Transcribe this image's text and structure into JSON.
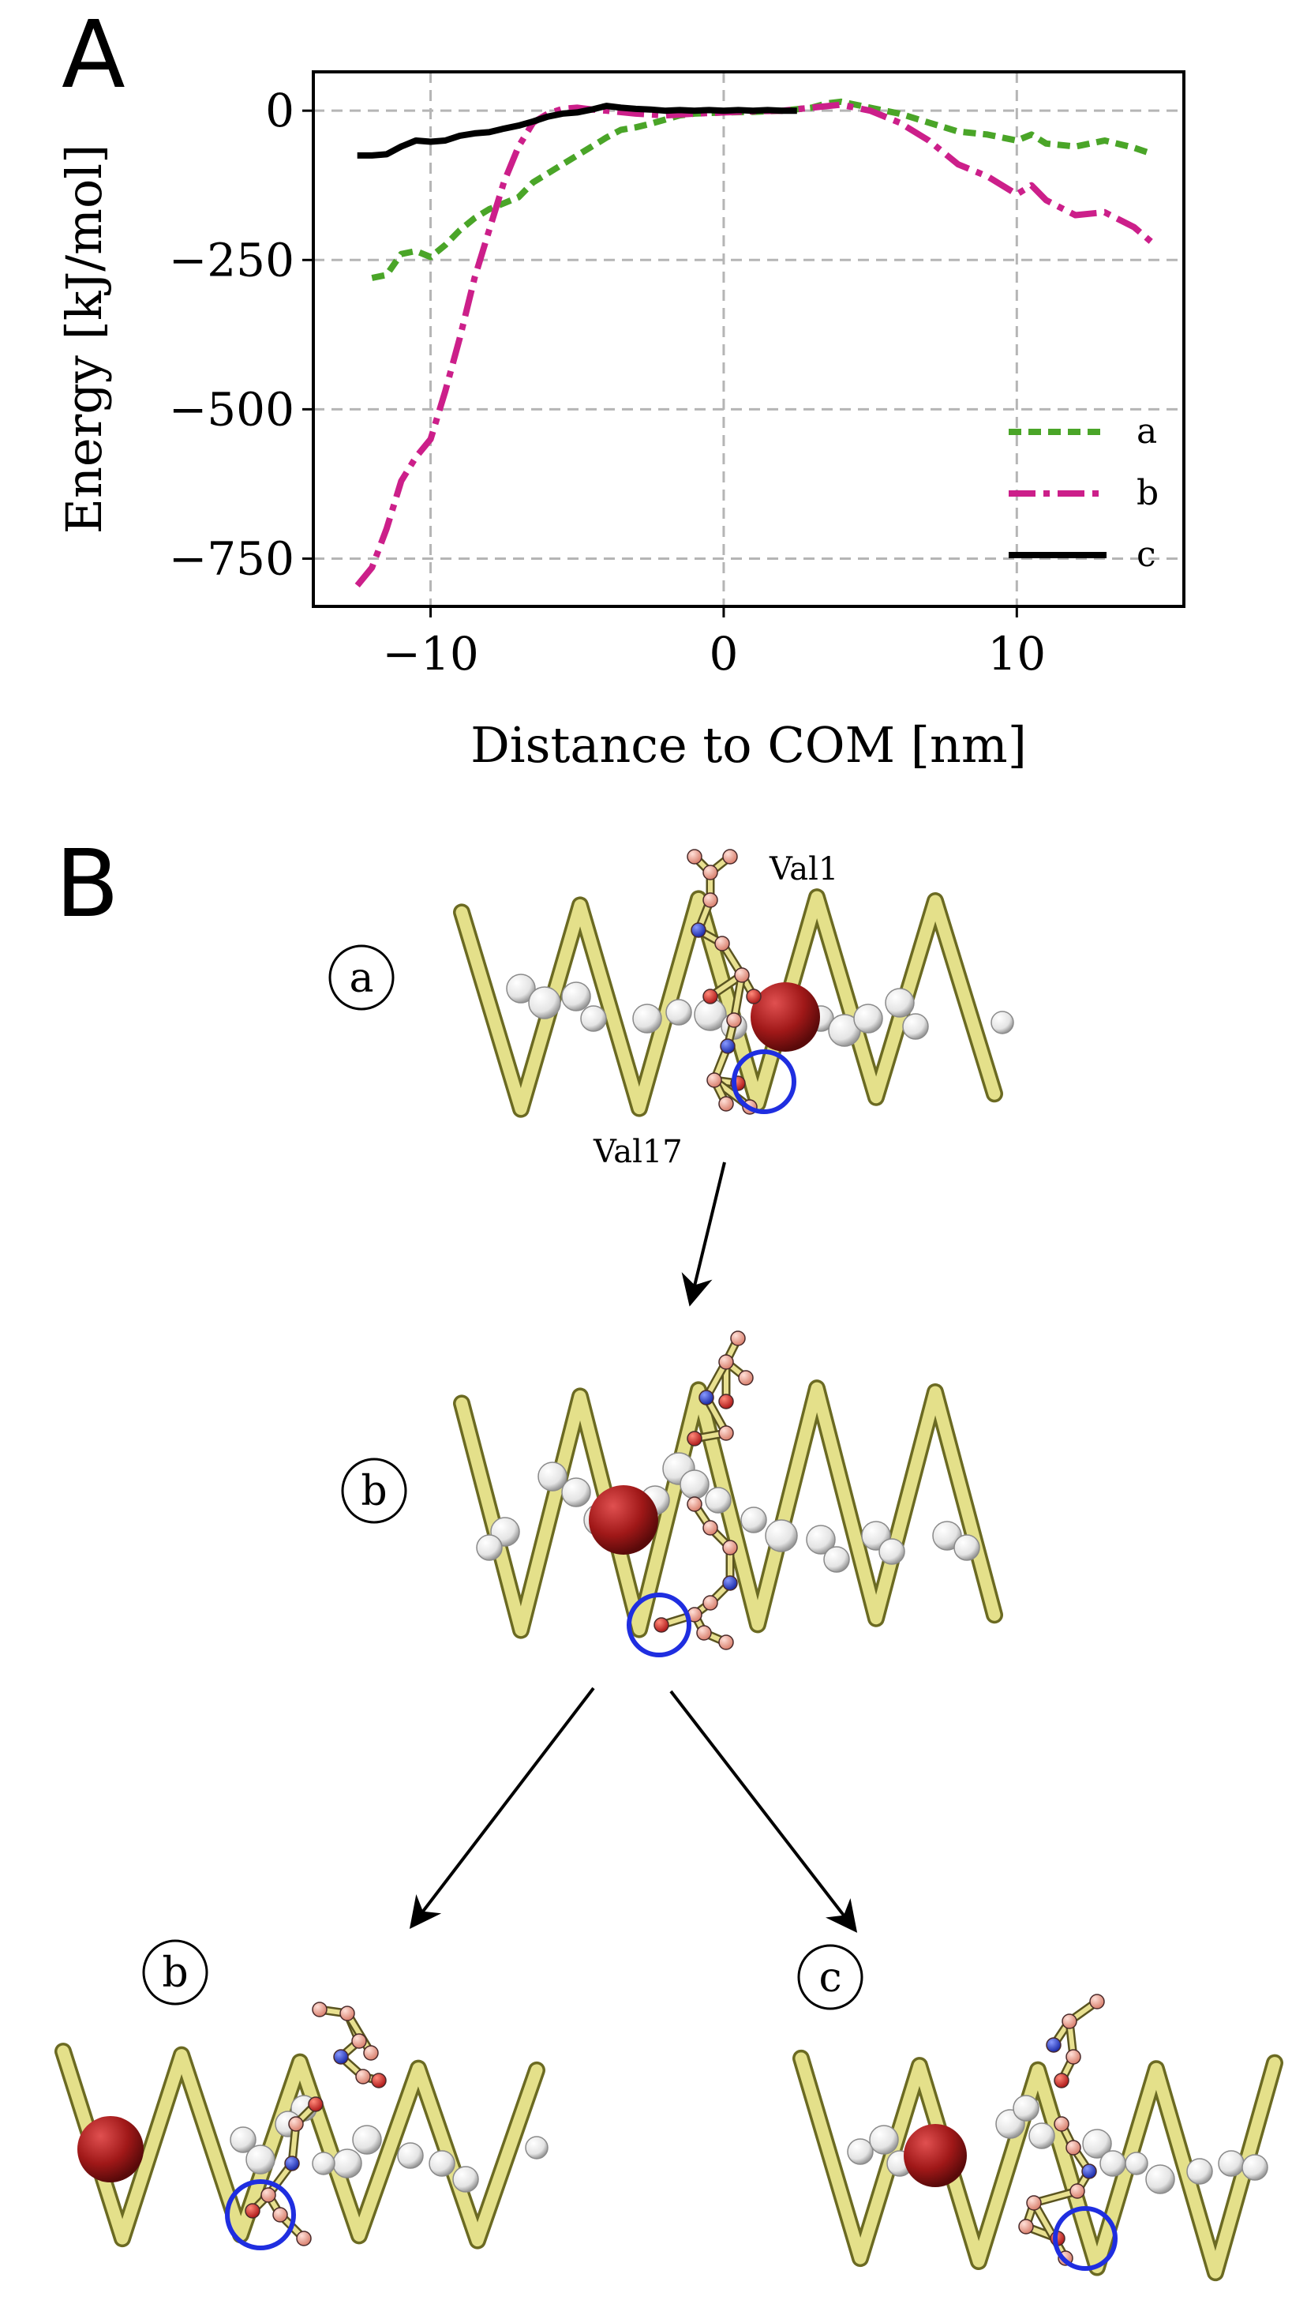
{
  "panel_a_label": "A",
  "panel_b_label": "B",
  "chart_data": {
    "type": "line",
    "title": "",
    "xlabel": "Distance to COM [nm]",
    "ylabel": "Energy  [kJ/mol]",
    "xlim": [
      -14,
      15.7
    ],
    "ylim": [
      -830,
      65
    ],
    "xticks": [
      -10,
      0,
      10
    ],
    "xtick_labels": [
      "−10",
      "0",
      "10"
    ],
    "yticks": [
      0,
      -250,
      -500,
      -750
    ],
    "ytick_labels": [
      "0",
      "−250",
      "−500",
      "−750"
    ],
    "grid": true,
    "legend_position": "lower right",
    "series": [
      {
        "name": "a",
        "color": "#4aa528",
        "style": "dotted",
        "x": [
          -12,
          -11.5,
          -11,
          -10.5,
          -10,
          -9.5,
          -9,
          -8.5,
          -8,
          -7.5,
          -7,
          -6.5,
          -6,
          -5.5,
          -5,
          -4.5,
          -4,
          -3.5,
          -3,
          -2.5,
          -2,
          -1.5,
          -1,
          0,
          1,
          2,
          3,
          3.5,
          4,
          5,
          6,
          7,
          8,
          9,
          10,
          10.5,
          11,
          12,
          13,
          14,
          14.6
        ],
        "y": [
          -280,
          -275,
          -240,
          -235,
          -245,
          -225,
          -200,
          -180,
          -165,
          -155,
          -145,
          -120,
          -105,
          -90,
          -75,
          -60,
          -45,
          -32,
          -28,
          -22,
          -15,
          -8,
          -5,
          -3,
          -2,
          0,
          5,
          12,
          15,
          5,
          -5,
          -20,
          -35,
          -40,
          -50,
          -40,
          -55,
          -60,
          -50,
          -62,
          -72
        ]
      },
      {
        "name": "b",
        "color": "#cc1f8a",
        "style": "dashdot",
        "x": [
          -12.5,
          -12,
          -11.5,
          -11,
          -10.5,
          -10,
          -9.5,
          -9,
          -8.5,
          -8,
          -7.5,
          -7,
          -6.5,
          -6,
          -5.5,
          -5,
          -4.5,
          -4,
          -3,
          -2,
          -1,
          0,
          1,
          2,
          3,
          4,
          5,
          6,
          7,
          8,
          9,
          10,
          10.5,
          11,
          12,
          13,
          14,
          14.6
        ],
        "y": [
          -795,
          -765,
          -700,
          -620,
          -580,
          -550,
          -470,
          -380,
          -280,
          -200,
          -120,
          -60,
          -20,
          -5,
          3,
          5,
          2,
          0,
          -5,
          -8,
          -5,
          -3,
          -1,
          0,
          5,
          10,
          0,
          -20,
          -50,
          -90,
          -110,
          -140,
          -125,
          -150,
          -175,
          -170,
          -195,
          -220
        ]
      },
      {
        "name": "c",
        "color": "#000000",
        "style": "solid",
        "x": [
          -12.5,
          -12,
          -11.5,
          -11,
          -10.5,
          -10,
          -9.5,
          -9,
          -8.5,
          -8,
          -7.5,
          -7,
          -6.5,
          -6,
          -5.5,
          -5,
          -4.5,
          -4,
          -3.5,
          -3,
          -2.5,
          -2,
          -1.5,
          -1,
          -0.5,
          0,
          0.5,
          1,
          1.5,
          2,
          2.5
        ],
        "y": [
          -75,
          -75,
          -73,
          -60,
          -50,
          -52,
          -50,
          -42,
          -38,
          -36,
          -30,
          -25,
          -18,
          -10,
          -5,
          -3,
          2,
          8,
          5,
          3,
          2,
          0,
          1,
          0,
          1,
          0,
          1,
          0,
          1,
          0,
          0
        ]
      }
    ]
  },
  "panel_b": {
    "state_labels": {
      "top": "a",
      "middle": "b",
      "bottom_left": "b",
      "bottom_right": "c"
    },
    "residue_labels": {
      "val1": "Val1",
      "val17": "Val17"
    },
    "colors": {
      "helix": "#e4e08a",
      "helix_edge": "#6b6a22",
      "water_bead": "#f2f2f2",
      "ion": "#a01818",
      "carbon": "#f0a898",
      "nitrogen": "#2233cc",
      "oxygen": "#cc2a2a",
      "ring": "#1f2ee0"
    }
  }
}
